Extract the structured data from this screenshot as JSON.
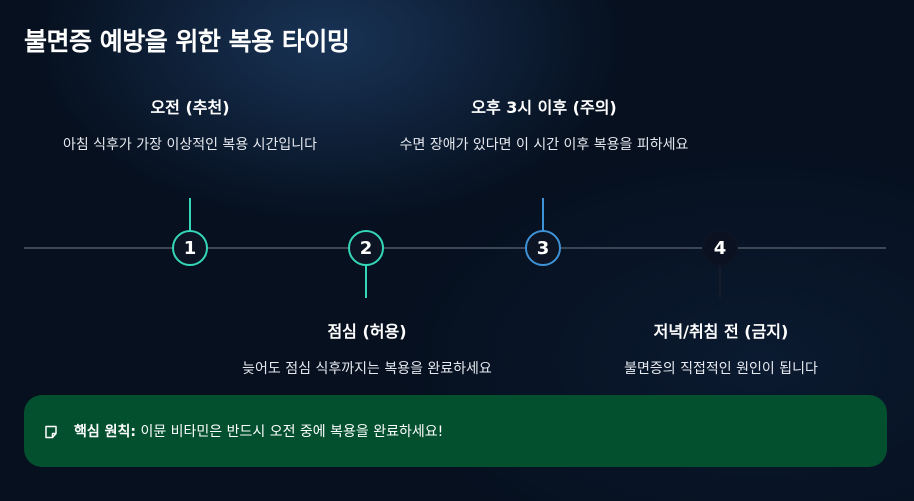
{
  "title": "불면증 예방을 위한 복용 타이밍",
  "timeline": {
    "steps": [
      {
        "number": "1",
        "title": "오전 (추천)",
        "description": "아침 식후가 가장 이상적인 복용 시간입니다",
        "color": "#34d8b9"
      },
      {
        "number": "2",
        "title": "점심 (허용)",
        "description": "늦어도 점심 식후까지는 복용을 완료하세요",
        "color": "#34d8b9"
      },
      {
        "number": "3",
        "title": "오후 3시 이후 (주의)",
        "description": "수면 장애가 있다면 이 시간 이후 복용을 피하세요",
        "color": "#3e93d6"
      },
      {
        "number": "4",
        "title": "저녁/취침 전 (금지)",
        "description": "불면증의 직접적인 원인이 됩니다",
        "color": "#141b2b"
      }
    ]
  },
  "principle": {
    "icon": "note-icon",
    "label": "핵심 원칙:",
    "text": " 이뮨 비타민은 반드시 오전 중에 복용을 완료하세요!",
    "background": "#03502f"
  }
}
